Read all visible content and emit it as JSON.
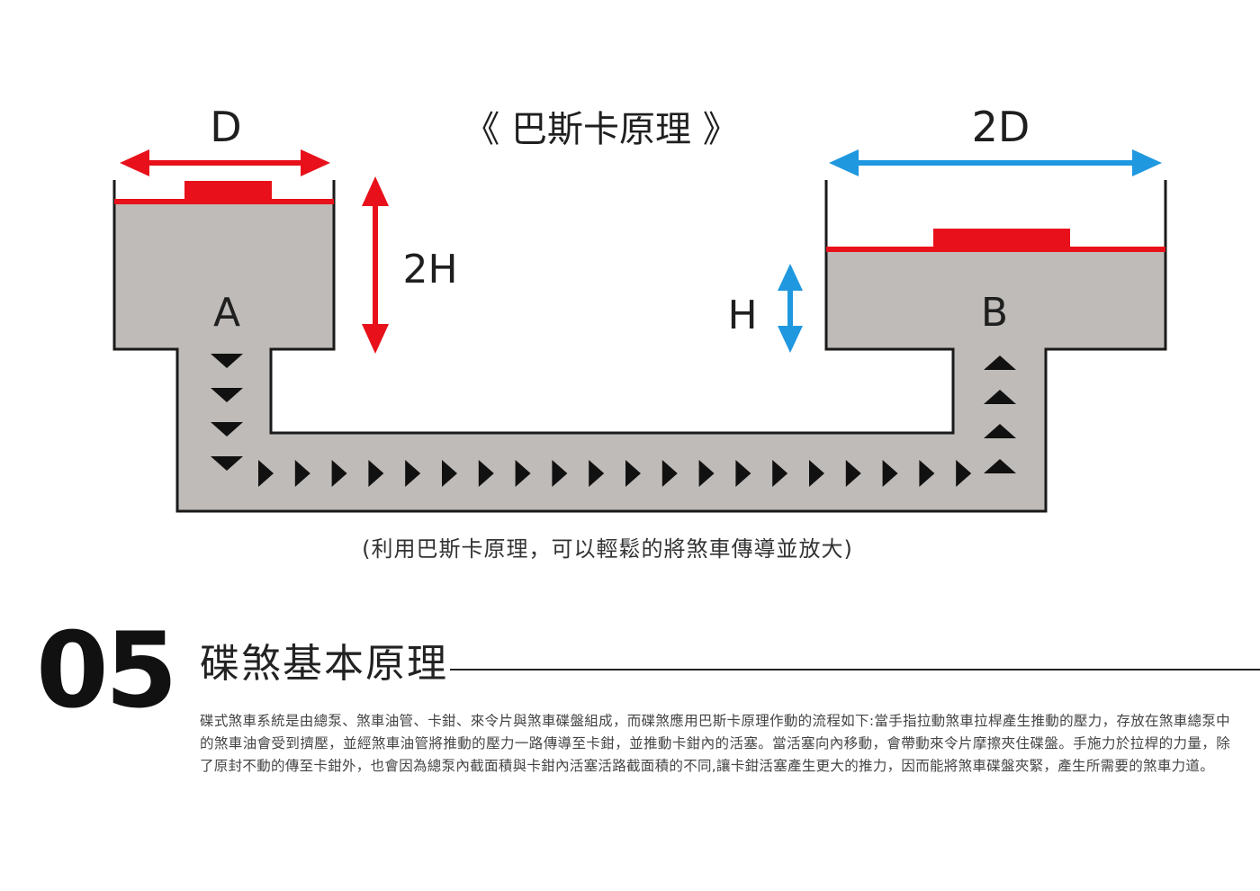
{
  "diagram": {
    "title": "《 巴斯卡原理 》",
    "label_d": "D",
    "label_2d": "2D",
    "label_2h": "2H",
    "label_h": "H",
    "label_a": "A",
    "label_b": "B",
    "colors": {
      "fluid": "#bfbbb8",
      "piston": "#e8111b",
      "arrow_red": "#e8111b",
      "arrow_blue": "#1f98e0",
      "outline": "#1a1a1a"
    }
  },
  "caption": "(利用巴斯卡原理，可以輕鬆的將煞車傳導並放大)",
  "section": {
    "number": "05",
    "title": "碟煞基本原理",
    "body": "碟式煞車系統是由總泵、煞車油管、卡鉗、來令片與煞車碟盤組成，而碟煞應用巴斯卡原理作動的流程如下:當手指拉動煞車拉桿產生推動的壓力，存放在煞車總泵中的煞車油會受到擠壓，並經煞車油管將推動的壓力一路傳導至卡鉗，並推動卡鉗內的活塞。當活塞向內移動，會帶動來令片摩擦夾住碟盤。手施力於拉桿的力量，除了原封不動的傳至卡鉗外，也會因為總泵內截面積與卡鉗內活塞活路截面積的不同,讓卡鉗活塞產生更大的推力，因而能將煞車碟盤夾緊，產生所需要的煞車力道。"
  }
}
